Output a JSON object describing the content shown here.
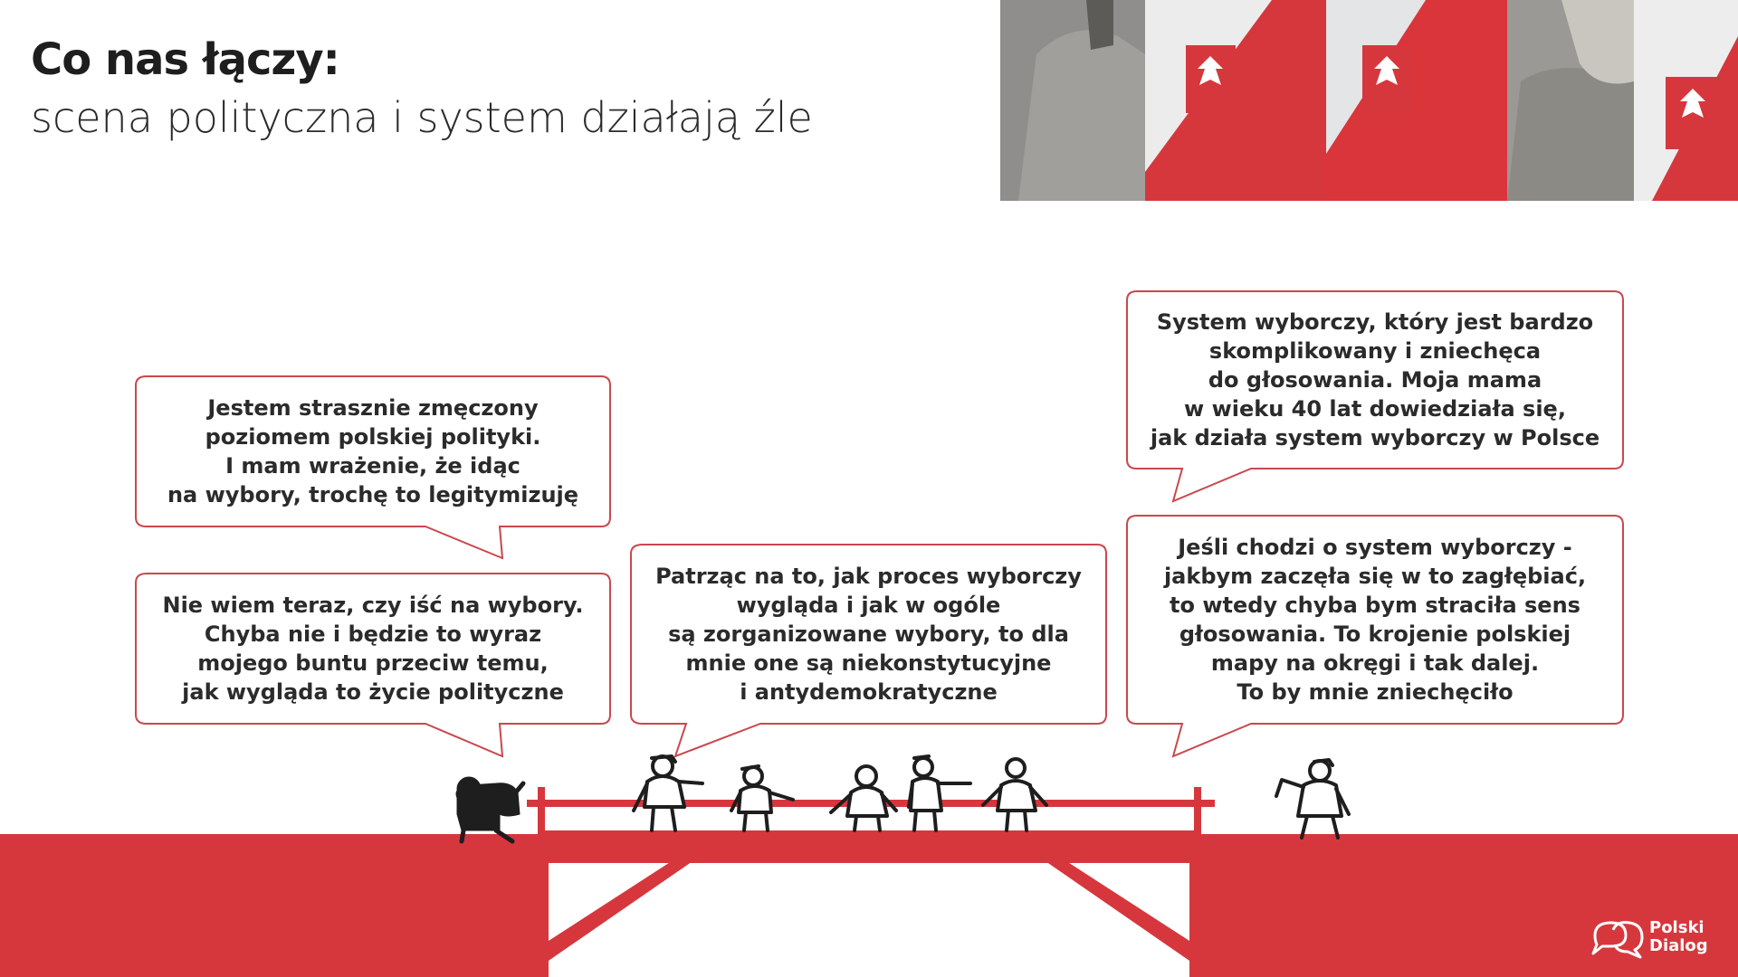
{
  "slide": {
    "title": "Co nas łączy:",
    "subtitle": "scena polityczna i system działają źle"
  },
  "quotes": {
    "q1": [
      "Jestem strasznie zmęczony",
      "poziomem polskiej polityki.",
      "I mam wrażenie, że idąc",
      "na wybory, trochę to legitymizuję"
    ],
    "q2": [
      "Nie wiem teraz, czy iść na wybory.",
      "Chyba nie i będzie to wyraz",
      "mojego buntu przeciw temu,",
      "jak wygląda to życie polityczne"
    ],
    "q3": [
      "Patrząc na to, jak proces wyborczy",
      "wygląda i jak w ogóle",
      "są zorganizowane wybory, to dla",
      "mnie one są niekonstytucyjne",
      "i antydemokratyczne"
    ],
    "q4": [
      "System wyborczy, który jest bardzo",
      "skomplikowany i zniechęca",
      "do głosowania. Moja mama",
      "w wieku 40 lat dowiedziała się,",
      "jak działa system wyborczy w Polsce"
    ],
    "q5": [
      "Jeśli chodzi o system wyborczy -",
      "jakbym zaczęła się w to zagłębiać,",
      "to wtedy chyba bym straciła sens",
      "głosowania. To krojenie polskiej",
      "mapy na okręgi i tak dalej.",
      "To by mnie zniechęciło"
    ]
  },
  "logo": {
    "line1": "Polski",
    "line2": "Dialog",
    "icon": "speech-bubbles-icon"
  },
  "colors": {
    "accent_red": "#d6373d",
    "bubble_border": "#c9484e",
    "text_dark": "#262626"
  }
}
